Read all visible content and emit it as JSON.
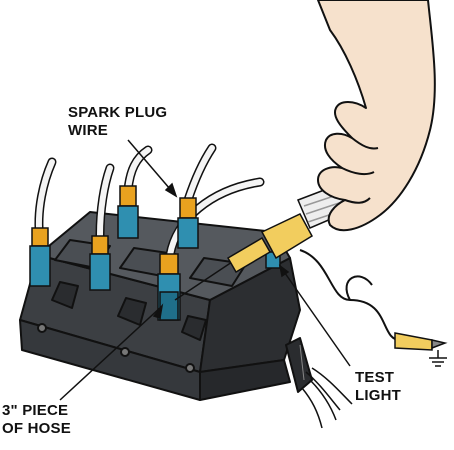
{
  "labels": {
    "spark_plug_wire": [
      "SPARK PLUG",
      "WIRE"
    ],
    "test_light": [
      "TEST",
      "LIGHT"
    ],
    "piece_of_hose": [
      "3\" PIECE",
      "OF HOSE"
    ]
  },
  "colors": {
    "skin": "#f6e1cc",
    "coil_pack": "#3f4246",
    "coil_pack_top": "#55595e",
    "boot_blue": "#2f8fb0",
    "boot_yellow": "#e9a21f",
    "wire_white": "#f4f4f4",
    "test_light_yellow": "#f2cd5e",
    "outline": "#111111"
  },
  "icons": [
    "hand-icon",
    "test-light-icon",
    "alligator-clip-icon",
    "ground-symbol-icon",
    "coil-pack-icon"
  ]
}
